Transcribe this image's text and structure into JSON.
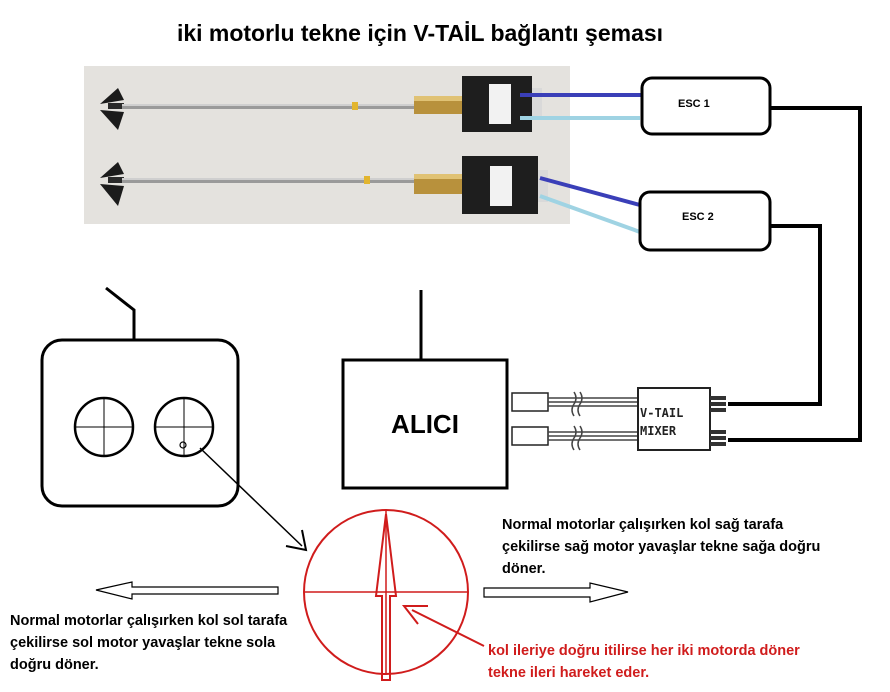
{
  "title": "iki motorlu tekne için V-TAİL bağlantı şeması",
  "esc1": {
    "label": "ESC  1"
  },
  "esc2": {
    "label": "ESC  2"
  },
  "receiver": {
    "label": "ALICI"
  },
  "mixer": {
    "line1": "V-TAIL",
    "line2": "MIXER"
  },
  "captions": {
    "right_turn": [
      "Normal motorlar çalışırken kol sağ tarafa",
      "çekilirse sağ motor yavaşlar tekne sağa doğru",
      "döner."
    ],
    "left_turn": [
      "Normal motorlar çalışırken kol sol tarafa",
      "çekilirse sol motor yavaşlar tekne sola",
      "doğru döner."
    ],
    "forward": [
      "kol ileriye doğru itilirse her iki motorda döner",
      "tekne ileri hareket eder."
    ]
  },
  "colors": {
    "wire_dark_blue": "#3a3fb8",
    "wire_light_blue": "#9fd3e3",
    "annotation_red": "#d01c1c",
    "brass": "#b8913c"
  }
}
